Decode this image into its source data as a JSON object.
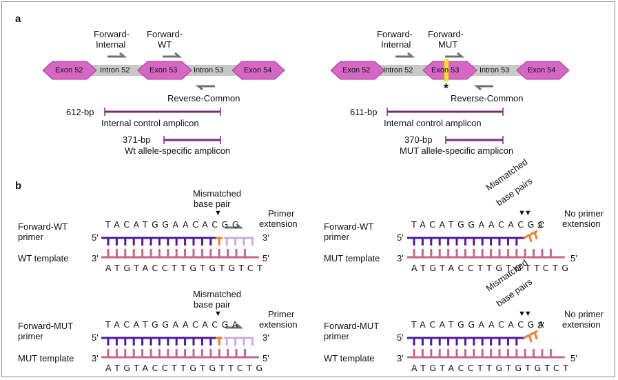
{
  "colors": {
    "exon": "#d667c4",
    "exon_stroke": "#a43a92",
    "intron": "#c8c8c8",
    "amplicon": "#7a2a7c",
    "primer_arrow": "#707070",
    "primer_strand": "#4d1a9e",
    "template_strand": "#c8648c",
    "mismatch": "#ef7f2a",
    "extension": "#c6aee0",
    "snp": "#f5e51a"
  },
  "panel_a": {
    "label": "a",
    "left": {
      "primers": {
        "forward_internal": [
          "Forward-",
          "Internal"
        ],
        "forward_wt": [
          "Forward-",
          "WT"
        ],
        "reverse_common": "Reverse-Common"
      },
      "segments": [
        "Exon 52",
        "Intron 52",
        "Exon 53",
        "Intron 53",
        "Exon 54"
      ],
      "amplicons": [
        {
          "size": "612-bp",
          "label": "Internal control amplicon"
        },
        {
          "size": "371-bp",
          "label": "Wt allele-specific amplicon"
        }
      ]
    },
    "right": {
      "primers": {
        "forward_internal": [
          "Forward-",
          "Internal"
        ],
        "forward_mut": [
          "Forward-",
          "MUT"
        ],
        "reverse_common": "Reverse-Common"
      },
      "segments": [
        "Exon 52",
        "Intron 52",
        "Exon 53",
        "Intron 53",
        "Exon 54"
      ],
      "snp_marker": "*",
      "amplicons": [
        {
          "size": "611-bp",
          "label": "Internal control amplicon"
        },
        {
          "size": "370-bp",
          "label": "MUT allele-specific amplicon"
        }
      ]
    }
  },
  "panel_b": {
    "label": "b",
    "blocks": [
      {
        "primer_label": [
          "Forward-WT",
          "primer"
        ],
        "template_label": "WT template",
        "primer_seq": "TACATGGAACACGC",
        "template_seq": "ATGTACCTTGTGTGTCT",
        "mismatch_label": [
          "Mismatched",
          "base pair"
        ],
        "result": [
          "Primer",
          "extension"
        ],
        "end5": "5'",
        "end3": "3'"
      },
      {
        "primer_label": [
          "Forward-WT",
          "primer"
        ],
        "template_label": "MUT template",
        "primer_seq": "TACATGGAACACGC",
        "primer_tail": "3'",
        "template_seq": "ATGTACCTTGTGTTCTG",
        "mismatch_label": [
          "Mismatched",
          "base pairs"
        ],
        "result": [
          "No primer",
          "extension"
        ],
        "end5": "5'",
        "end3": "3'"
      },
      {
        "primer_label": [
          "Forward-MUT",
          "primer"
        ],
        "template_label": "MUT template",
        "primer_seq": "TACATGGAACACGA",
        "template_seq": "ATGTACCTTGTGTTCTG",
        "mismatch_label": [
          "Mismatched",
          "base pair"
        ],
        "result": [
          "Primer",
          "extension"
        ],
        "end5": "5'",
        "end3": "3'"
      },
      {
        "primer_label": [
          "Forward-MUT",
          "primer"
        ],
        "template_label": "WT template",
        "primer_seq": "TACATGGAACACGA",
        "primer_tail": "3'",
        "template_seq": "ATGTACCTTGTGTGTCT",
        "mismatch_label": [
          "Mismatched",
          "base pairs"
        ],
        "result": [
          "No primer",
          "extension"
        ],
        "end5": "5'",
        "end3": "3'"
      }
    ]
  }
}
